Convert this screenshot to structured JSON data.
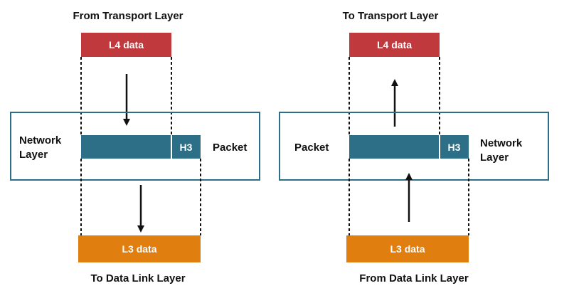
{
  "colors": {
    "l4_box": "#C0393C",
    "l3_box": "#E07E10",
    "packet_bar": "#2D6F86",
    "layer_frame": "#2D6F86",
    "text": "#111111",
    "arrow": "#111111"
  },
  "left": {
    "top_caption": "From Transport Layer",
    "top_box_label": "L4 data",
    "layer_label_line1": "Network",
    "layer_label_line2": "Layer",
    "header_label": "H3",
    "packet_label": "Packet",
    "bottom_box_label": "L3 data",
    "bottom_caption": "To Data Link Layer"
  },
  "right": {
    "top_caption": "To Transport Layer",
    "top_box_label": "L4 data",
    "packet_label": "Packet",
    "header_label": "H3",
    "layer_label_line1": "Network",
    "layer_label_line2": "Layer",
    "bottom_box_label": "L3 data",
    "bottom_caption": "From Data Link Layer"
  }
}
